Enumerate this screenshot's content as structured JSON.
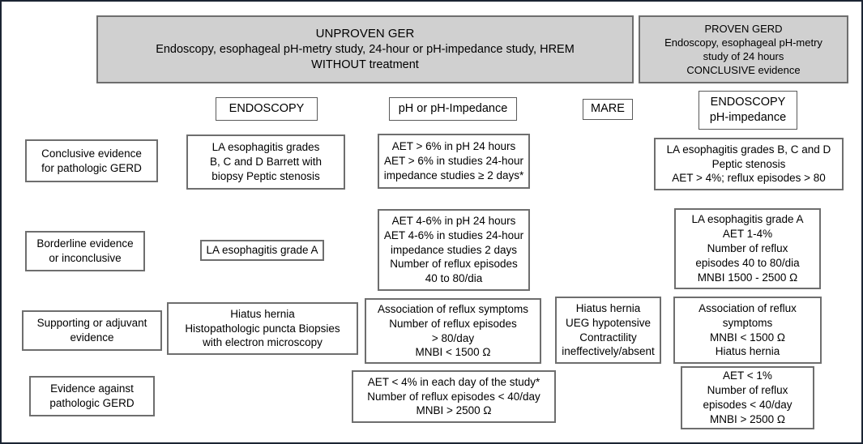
{
  "figure": {
    "title": "GERD evidence classification diagram",
    "frame_color": "#1b2433",
    "shaded_fill": "#d0d0d0",
    "box_border_color": "#6e6e6e"
  },
  "banners": {
    "unproven": {
      "lines": [
        "UNPROVEN GER",
        "Endoscopy, esophageal pH-metry study, 24-hour or pH-impedance study, HREM",
        "WITHOUT treatment"
      ]
    },
    "proven": {
      "lines": [
        "PROVEN GERD",
        "Endoscopy, esophageal pH-metry",
        "study of 24 hours",
        "CONCLUSIVE evidence"
      ]
    }
  },
  "column_headers": [
    {
      "id": "endoscopy",
      "lines": [
        "ENDOSCOPY"
      ]
    },
    {
      "id": "ph-impedance",
      "lines": [
        "pH or pH-Impedance"
      ]
    },
    {
      "id": "mare",
      "lines": [
        "MARE"
      ]
    },
    {
      "id": "endoscopy-ph-impedance",
      "lines": [
        "ENDOSCOPY",
        "pH-impedance"
      ]
    }
  ],
  "row_labels": [
    {
      "id": "conclusive",
      "lines": [
        "Conclusive evidence",
        "for pathologic GERD"
      ]
    },
    {
      "id": "borderline",
      "lines": [
        "Borderline evidence",
        "or inconclusive"
      ]
    },
    {
      "id": "supporting",
      "lines": [
        "Supporting or adjuvant",
        "evidence"
      ]
    },
    {
      "id": "against",
      "lines": [
        "Evidence against",
        "pathologic GERD"
      ]
    }
  ],
  "cells": {
    "conclusive_endoscopy": {
      "lines": [
        "LA esophagitis grades",
        "B, C and D Barrett with",
        "biopsy Peptic stenosis"
      ]
    },
    "conclusive_ph": {
      "lines": [
        "AET > 6% in pH 24 hours",
        "AET > 6% in studies 24-hour",
        "impedance studies ≥ 2 days*"
      ]
    },
    "conclusive_proven": {
      "lines": [
        "LA esophagitis grades B, C and D",
        "Peptic stenosis",
        "AET > 4%; reflux episodes > 80"
      ]
    },
    "borderline_endoscopy": {
      "lines": [
        "LA esophagitis grade A"
      ]
    },
    "borderline_ph": {
      "lines": [
        "AET 4-6% in pH 24 hours",
        "AET 4-6% in studies 24-hour",
        "impedance studies 2 days",
        "Number of reflux episodes",
        "40 to 80/dia"
      ]
    },
    "borderline_proven": {
      "lines": [
        "LA esophagitis grade A",
        "AET 1-4%",
        "Number of reflux",
        "episodes 40 to 80/dia",
        "MNBI 1500 - 2500 Ω"
      ]
    },
    "supporting_endoscopy": {
      "lines": [
        "Hiatus hernia",
        "Histopathologic puncta Biopsies",
        "with electron microscopy"
      ]
    },
    "supporting_ph": {
      "lines": [
        "Association of reflux symptoms",
        "Number of reflux episodes",
        "> 80/day",
        "MNBI < 1500 Ω"
      ]
    },
    "supporting_mare": {
      "lines": [
        "Hiatus hernia",
        "UEG hypotensive",
        "Contractility",
        "ineffectively/absent"
      ]
    },
    "supporting_proven": {
      "lines": [
        "Association of reflux",
        "symptoms",
        "MNBI < 1500 Ω",
        "Hiatus hernia"
      ]
    },
    "against_ph": {
      "lines": [
        "AET < 4% in each day of the study*",
        "Number of reflux episodes < 40/day",
        "MNBI > 2500 Ω"
      ]
    },
    "against_proven": {
      "lines": [
        "AET < 1%",
        "Number of reflux",
        "episodes < 40/day",
        "MNBI > 2500 Ω"
      ]
    }
  }
}
